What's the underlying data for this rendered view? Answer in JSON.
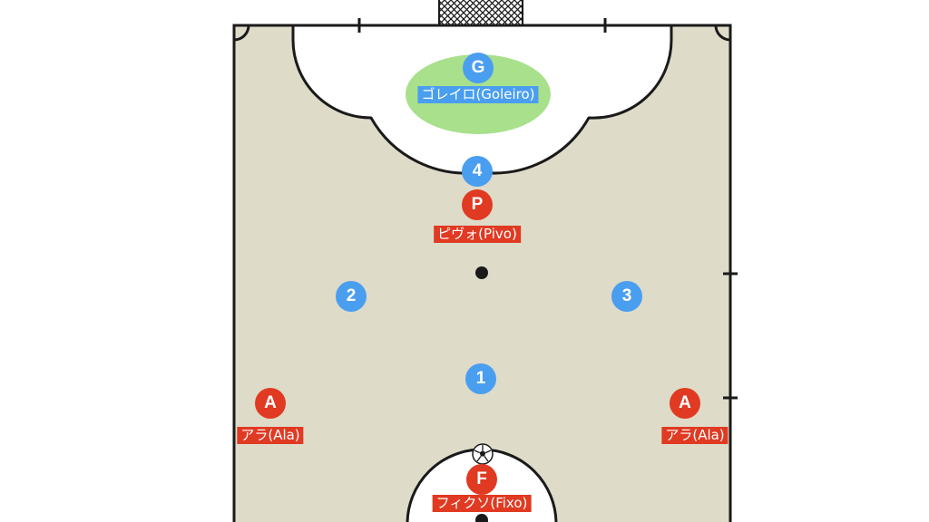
{
  "colors": {
    "court": "#dedbc9",
    "line": "#1a1a1a",
    "area": "#ffffff",
    "goalkeeper_zone": "#a8e08c",
    "team_blue": "#4a9ef0",
    "team_red": "#e03a22"
  },
  "icons": {
    "goal": "goal-net-icon",
    "ball": "soccer-ball-icon"
  },
  "players": {
    "goleiro": {
      "marker": "G",
      "label": "ゴレイロ(Goleiro)"
    },
    "defender4": {
      "marker": "4"
    },
    "pivo": {
      "marker": "P",
      "label": "ピヴォ(Pivo)"
    },
    "defender2": {
      "marker": "2"
    },
    "defender3": {
      "marker": "3"
    },
    "defender1": {
      "marker": "1"
    },
    "ala_left": {
      "marker": "A",
      "label": "アラ(Ala)"
    },
    "ala_right": {
      "marker": "A",
      "label": "アラ(Ala)"
    },
    "fixo": {
      "marker": "F",
      "label": "フィクソ(Fixo)"
    }
  }
}
